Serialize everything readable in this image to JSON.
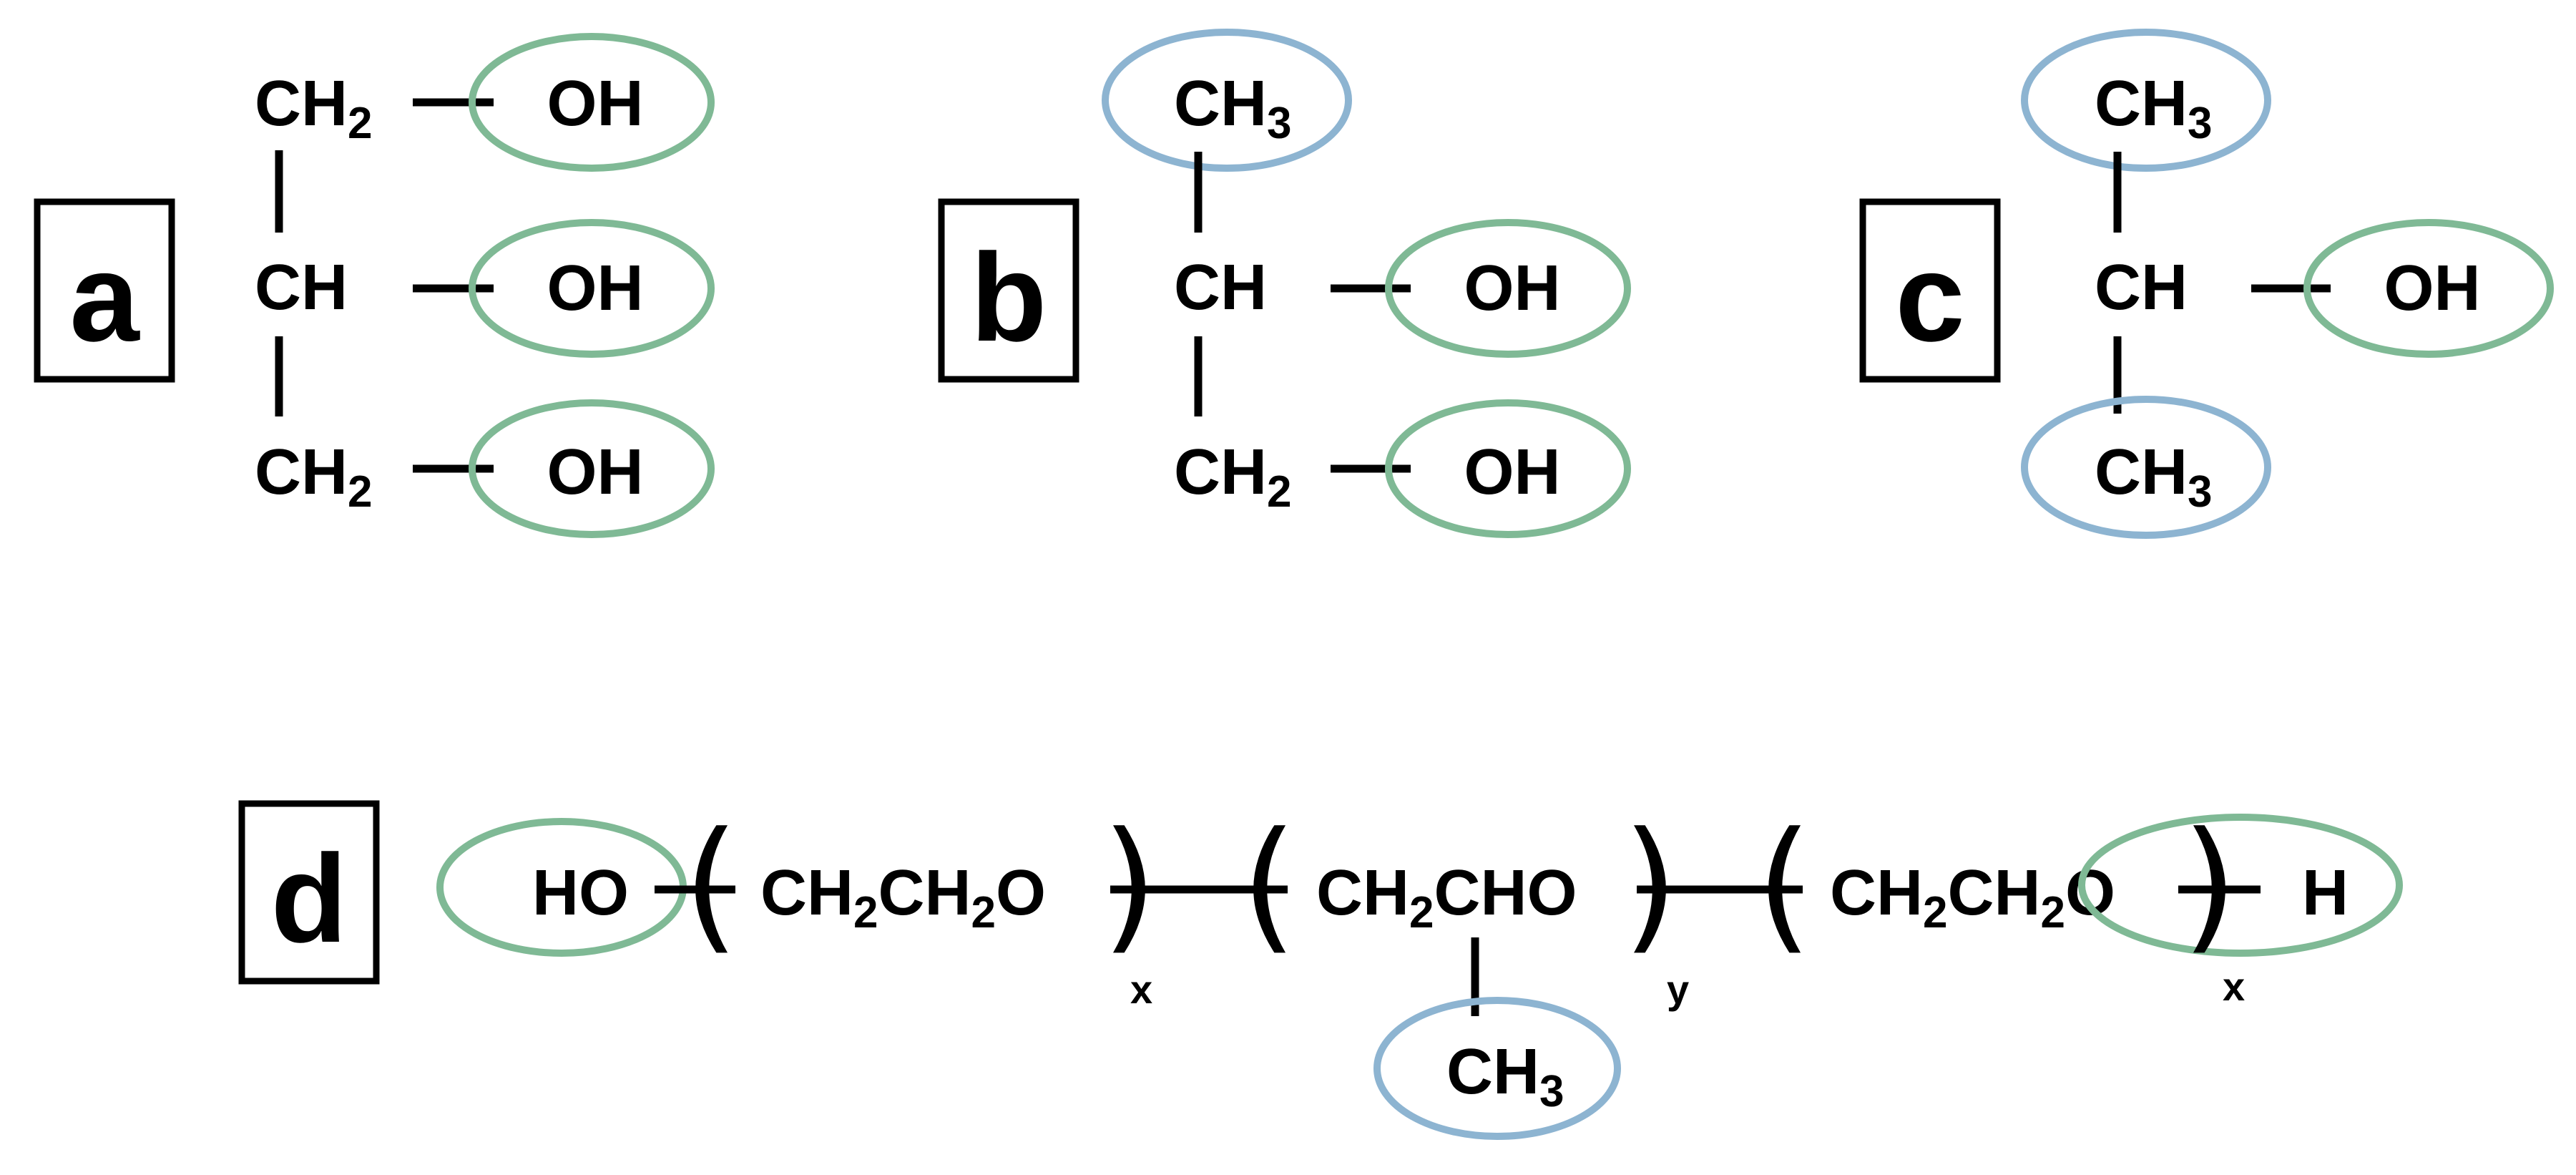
{
  "colors": {
    "hydroxyl_ring": "#7fb995",
    "methyl_ring": "#8db4d1",
    "ink": "#000000",
    "background": "#ffffff"
  },
  "legend": {
    "green_ring_icon": "hydroxyl-group-highlight",
    "blue_ring_icon": "methyl-group-highlight"
  },
  "panels": {
    "a": {
      "label": "a",
      "rows": [
        {
          "atom": "CH",
          "sub": "2",
          "group": "OH"
        },
        {
          "atom": "CH",
          "sub": "",
          "group": "OH"
        },
        {
          "atom": "CH",
          "sub": "2",
          "group": "OH"
        }
      ]
    },
    "b": {
      "label": "b",
      "top": {
        "atom": "CH",
        "sub": "3"
      },
      "middle": {
        "atom": "CH",
        "sub": "",
        "group": "OH"
      },
      "bottom": {
        "atom": "CH",
        "sub": "2",
        "group": "OH"
      }
    },
    "c": {
      "label": "c",
      "top": {
        "atom": "CH",
        "sub": "3"
      },
      "middle": {
        "atom": "CH",
        "sub": "",
        "group": "OH"
      },
      "bottom": {
        "atom": "CH",
        "sub": "3"
      }
    },
    "d": {
      "label": "d",
      "end_group_left": "HO",
      "unit1": {
        "t1": "CH",
        "s1": "2",
        "t2": "CH",
        "s2": "2",
        "t3": "O",
        "repeat": "x"
      },
      "unit2": {
        "t1": "CH",
        "s1": "2",
        "t2": "CHO",
        "repeat": "y"
      },
      "branch": {
        "atom": "CH",
        "sub": "3"
      },
      "unit3": {
        "t1": "CH",
        "s1": "2",
        "t2": "CH",
        "s2": "2",
        "t3": "O",
        "repeat": "x"
      },
      "end_group_right": "H",
      "paren_open": "(",
      "paren_close": ")"
    }
  }
}
